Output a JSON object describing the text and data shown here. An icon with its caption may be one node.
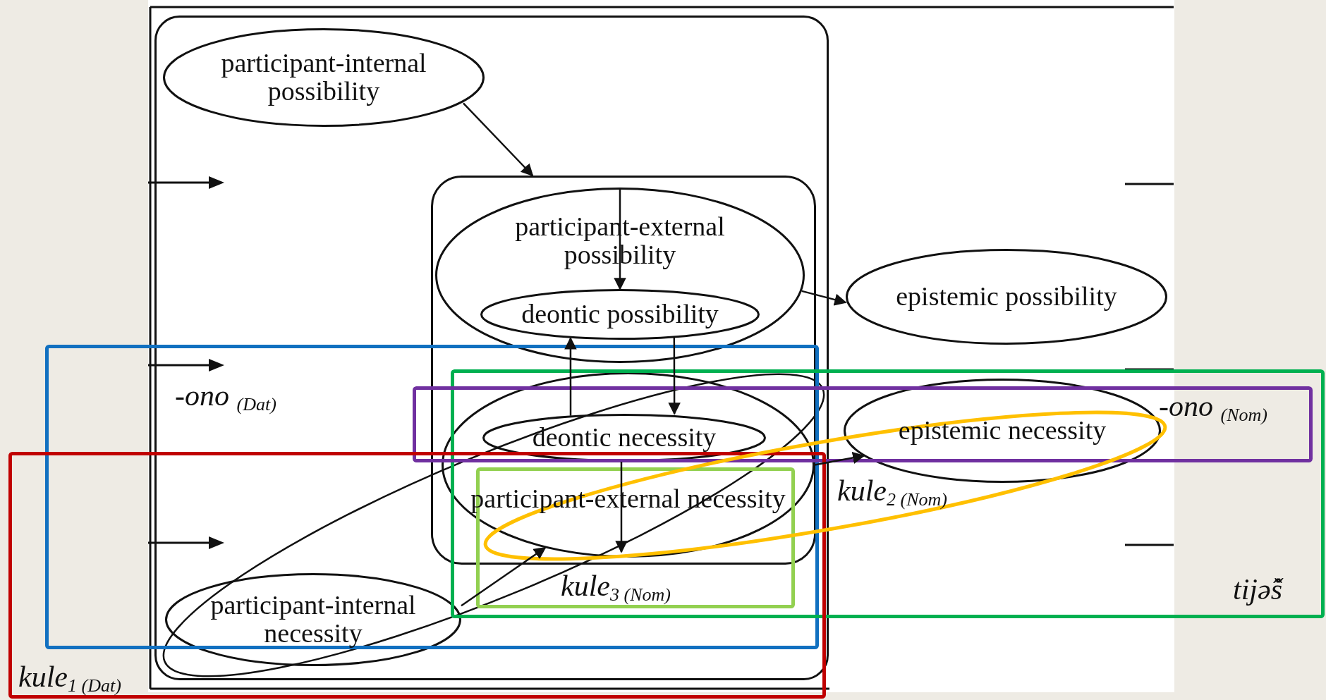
{
  "diagram": {
    "nodes": [
      {
        "text": [],
        "shape": "box"
      },
      {
        "text": [
          "participant-internal possibility"
        ],
        "in": 0
      },
      {
        "text": [],
        "shape": "box",
        "in": 0
      },
      {
        "text": [
          "participant-external possibility"
        ],
        "in": 2
      },
      {
        "text": [
          "deontic possibility"
        ],
        "in": 3
      },
      {
        "text": [
          "participant-external necessity"
        ],
        "in": 2
      },
      {
        "text": [
          "deontic necessity"
        ],
        "in": 5
      },
      {
        "text": [
          "participant-internal necessity"
        ],
        "in": 0
      },
      {
        "text": [
          "epistemic possibility"
        ]
      },
      {
        "text": [
          "epistemic necessity"
        ]
      }
    ],
    "edges": [
      {
        "from": 1,
        "to": 2,
        "arrow": "to"
      },
      {
        "from": 3,
        "to": 4,
        "arrow": "to"
      },
      {
        "from": 6,
        "to": 4,
        "arrow": "to"
      },
      {
        "from": 4,
        "to": 6,
        "arrow": "to"
      },
      {
        "from": 6,
        "to": 5,
        "arrow": "to"
      },
      {
        "from": 7,
        "to": 5,
        "arrow": "to"
      },
      {
        "from": 3,
        "to": 8,
        "arrow": "to"
      },
      {
        "from": 5,
        "to": 9,
        "arrow": "to"
      }
    ],
    "labels": [
      "-ono $_{(Dat)}$",
      "-ono $_{(Nom)}$",
      "kule$_{2 (Nom)}$",
      "kule$_{3 (Nom)}$",
      "tijə̂š",
      "kule$_{1 (Dat)}$"
    ]
  }
}
